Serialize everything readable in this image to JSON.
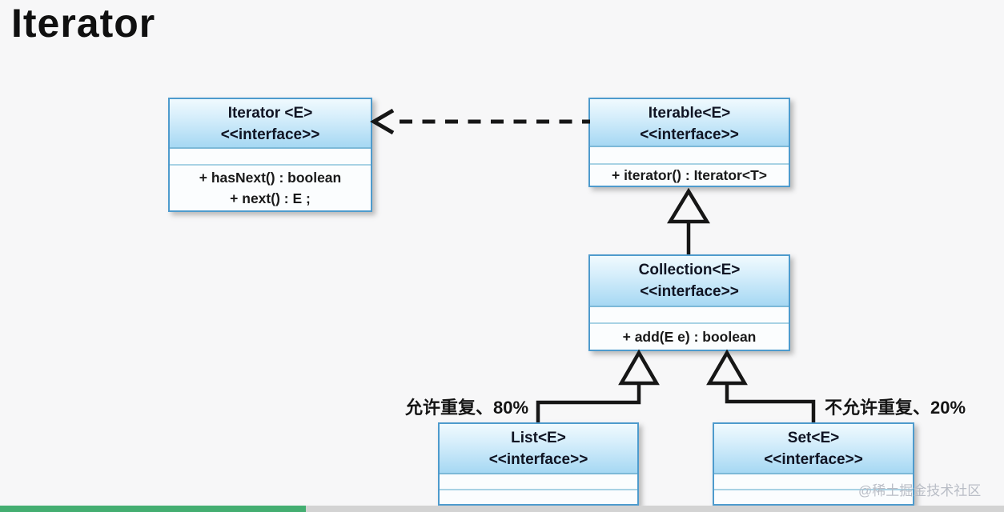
{
  "title": "Iterator",
  "diagram": {
    "classes": [
      {
        "id": "iterator",
        "name": "Iterator <E>",
        "stereotype": "<<interface>>",
        "attributes": [],
        "methods": [
          "+ hasNext() : boolean",
          "+ next() : E ;"
        ]
      },
      {
        "id": "iterable",
        "name": "Iterable<E>",
        "stereotype": "<<interface>>",
        "attributes": [],
        "methods": [
          "+ iterator() : Iterator<T>"
        ]
      },
      {
        "id": "collection",
        "name": "Collection<E>",
        "stereotype": "<<interface>>",
        "attributes": [],
        "methods": [
          "+ add(E e) : boolean"
        ]
      },
      {
        "id": "list",
        "name": "List<E>",
        "stereotype": "<<interface>>",
        "attributes": [],
        "methods": []
      },
      {
        "id": "set",
        "name": "Set<E>",
        "stereotype": "<<interface>>",
        "attributes": [],
        "methods": []
      }
    ],
    "relationships": [
      {
        "type": "dependency",
        "from": "Iterable<E>",
        "to": "Iterator <E>",
        "style": "dashed open arrow"
      },
      {
        "type": "generalization",
        "from": "Collection<E>",
        "to": "Iterable<E>"
      },
      {
        "type": "generalization",
        "from": "List<E>",
        "to": "Collection<E>",
        "note": "允许重复、80%"
      },
      {
        "type": "generalization",
        "from": "Set<E>",
        "to": "Collection<E>",
        "note": "不允许重复、20%"
      }
    ],
    "annotations": {
      "list_note": "允许重复、80%",
      "set_note": "不允许重复、20%"
    }
  },
  "watermark": "@稀土掘金技术社区",
  "footer": {
    "progress_percent": 30.5
  },
  "colors": {
    "box_border_blue": "#4e9bcd",
    "header_gradient_top": "#f0fafe",
    "header_gradient_bottom": "#a6d8f3",
    "row_separator_blue": "#a8d2e4",
    "connector_black": "#161616",
    "progress_green": "#44ae71",
    "progress_track_gray": "#d3d3d3",
    "background": "#f7f7f8"
  }
}
